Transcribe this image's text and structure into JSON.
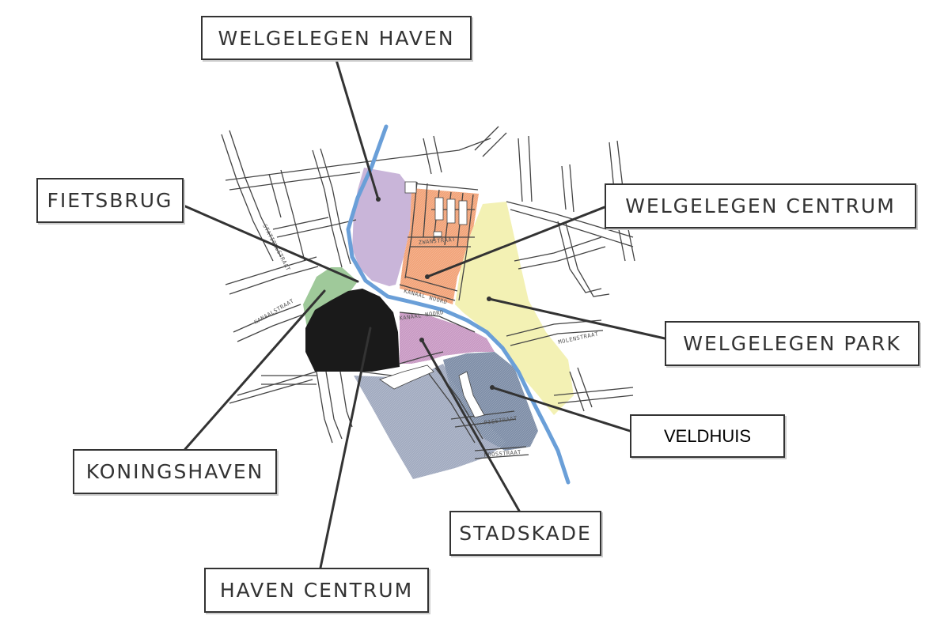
{
  "labels": {
    "welgelegen_haven": "WELGELEGEN HAVEN",
    "fietsbrug": "FIETSBRUG",
    "welgelegen_centrum": "WELGELEGEN CENTRUM",
    "welgelegen_park": "WELGELEGEN PARK",
    "veldhuis": "VELDHUIS",
    "koningshaven": "KONINGSHAVEN",
    "stadskade": "STADSKADE",
    "haven_centrum": "HAVEN CENTRUM"
  },
  "streets": {
    "stationsstraat": "STATIONSSTRAAT",
    "kanaalstraat": "KANAALSTRAAT",
    "zwanstraat": "ZWANSTRAAT",
    "kanaal_noord_1": "KANAAL NOORD",
    "kanaal_noord_2": "KANAAL NOORD",
    "molenstraat": "MOLENSTRAAT",
    "piestraat": "PIESTRAAT",
    "roosstraat": "ROOSSTRAAT"
  },
  "colors": {
    "river": "#6a9fd8",
    "welgelegen_haven": "#c9b5d9",
    "welgelegen_centrum": "#f2a47a",
    "welgelegen_park": "#f3f1b4",
    "koningshaven": "#9fc99a",
    "haven_centrum": "#1a1a1a",
    "stadskade": "#c99ac4",
    "veldhuis": "#7f8fa8",
    "south_area": "#a2abc0",
    "streets": "#444444"
  }
}
